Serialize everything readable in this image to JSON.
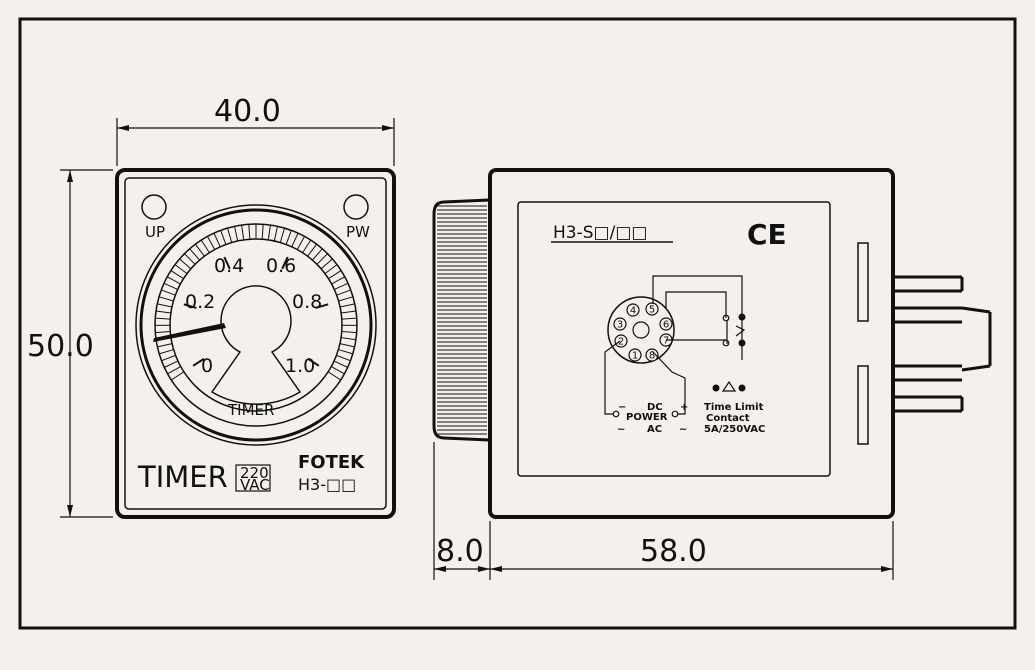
{
  "dimensions": {
    "width": "40.0",
    "height": "50.0",
    "knob_depth": "8.0",
    "body_depth": "58.0"
  },
  "front_face": {
    "up_label": "UP",
    "pw_label": "PW",
    "scale_labels": [
      "0",
      "0.2",
      "0.4",
      "0.6",
      "0.8",
      "1.0"
    ],
    "dial_label": "TIMER",
    "product_name": "TIMER",
    "voltage_top": "220",
    "voltage_bottom": "VAC",
    "brand": "FOTEK",
    "model": "H3-□□"
  },
  "side_label": {
    "model": "H3-S□/□□",
    "ce_mark": "CE",
    "pins": [
      "1",
      "2",
      "3",
      "4",
      "5",
      "6",
      "7",
      "8"
    ],
    "minus": "−",
    "dc": "DC",
    "plus": "+",
    "power": "POWER",
    "tilde_left": "~",
    "ac": "AC",
    "tilde_right": "~",
    "time_limit": "Time Limit",
    "contact": "Contact",
    "rating": "5A/250VAC"
  },
  "colors": {
    "background": "#f4f1ed",
    "line": "#111111"
  }
}
